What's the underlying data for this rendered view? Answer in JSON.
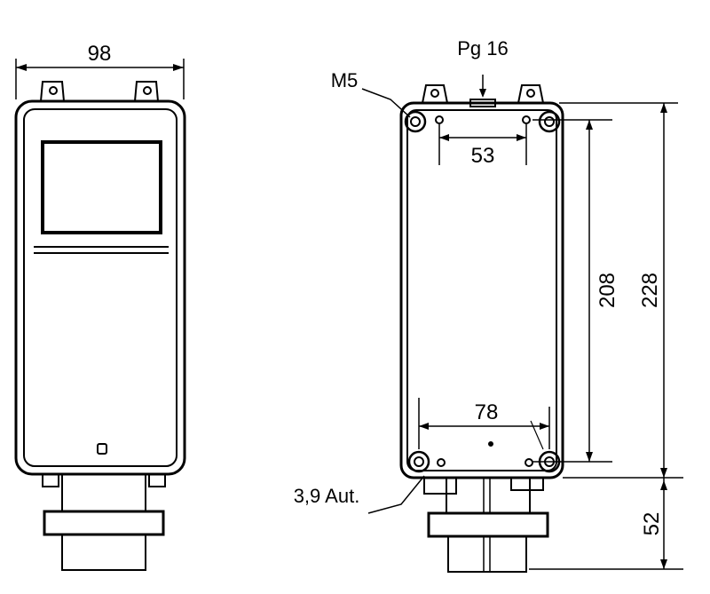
{
  "labels": {
    "width_front": "98",
    "cable_gland": "Pg 16",
    "screw": "M5",
    "hole_spacing_top": "53",
    "hole_spacing_bottom": "78",
    "hole_distance_vertical": "208",
    "total_height": "228",
    "connector_height": "52",
    "mounting_hole": "3,9 Aut."
  }
}
